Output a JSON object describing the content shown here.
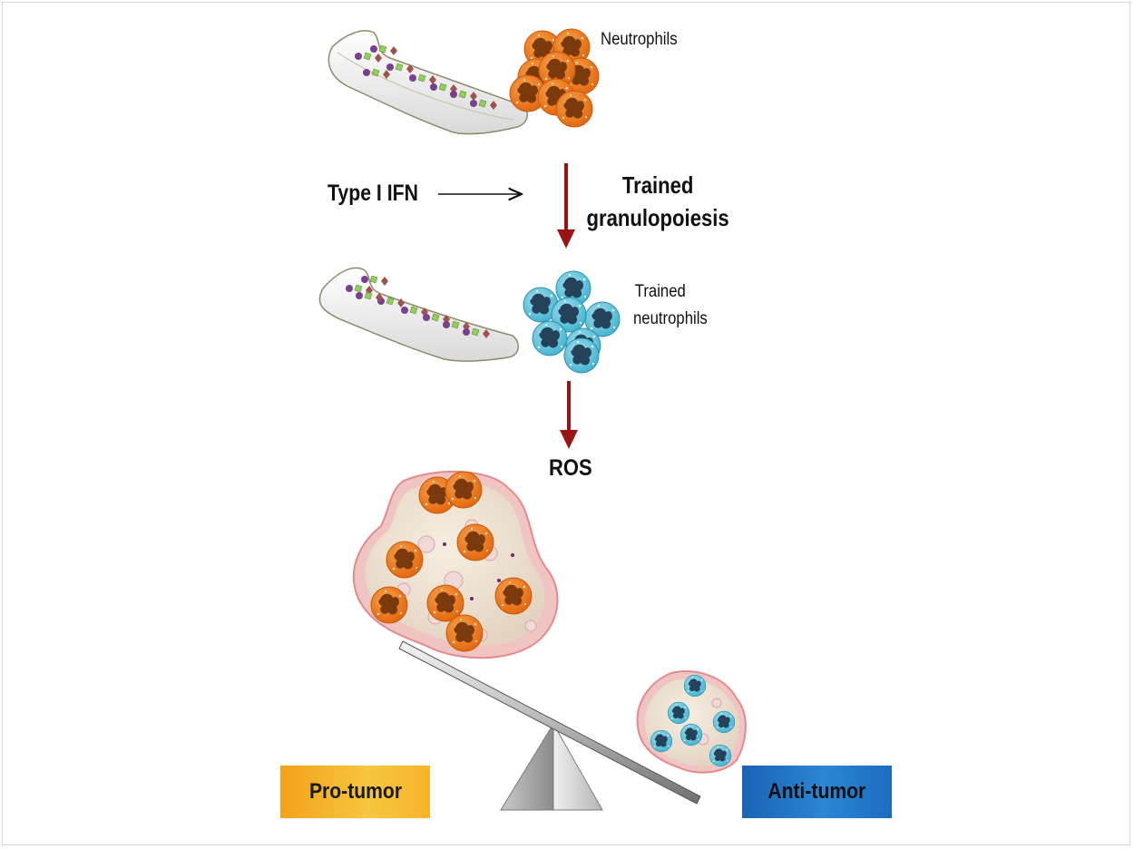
{
  "labels": {
    "neutrophils": "Neutrophils",
    "trained_neutrophils_line1": "Trained",
    "trained_neutrophils_line2": "neutrophils",
    "type_i_ifn": "Type I IFN",
    "trained_granulopoiesis_line1": "Trained",
    "trained_granulopoiesis_line2": "granulopoiesis",
    "ros": "ROS",
    "pro_tumor": "Pro-tumor",
    "anti_tumor": "Anti-tumor"
  },
  "colors": {
    "neutrophil_orange": "#ee7a1b",
    "trained_neutrophil_blue": "#5ec4dc",
    "arrow_red": "#9a1414",
    "pro_tumor_box": "#f4ad1f",
    "anti_tumor_box": "#1f6fbf",
    "tumor_pink": "#eab4b4"
  }
}
